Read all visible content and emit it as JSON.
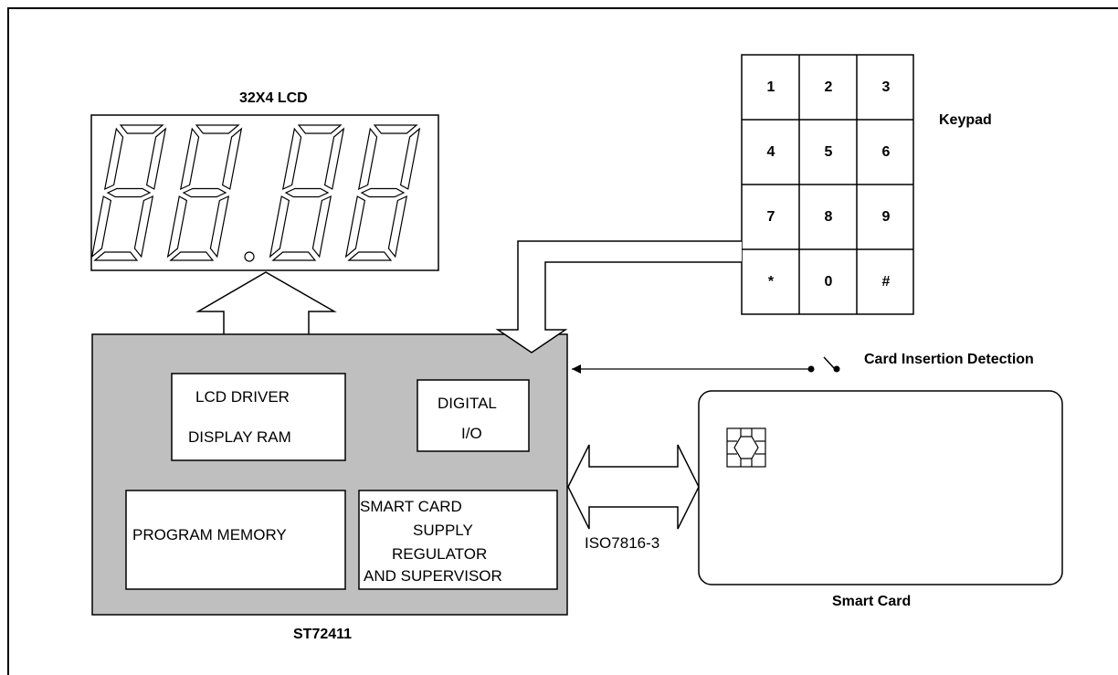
{
  "lcd": {
    "title": "32X4 LCD"
  },
  "keypad": {
    "title": "Keypad",
    "keys": [
      [
        "1",
        "2",
        "3"
      ],
      [
        "4",
        "5",
        "6"
      ],
      [
        "7",
        "8",
        "9"
      ],
      [
        "*",
        "0",
        "#"
      ]
    ]
  },
  "mcu": {
    "name": "ST72411",
    "lcd_driver_line1": "LCD DRIVER",
    "lcd_driver_line2": "DISPLAY RAM",
    "digital_io_line1": "DIGITAL",
    "digital_io_line2": "I/O",
    "program_memory": "PROGRAM MEMORY",
    "supply_line1": "SMART CARD",
    "supply_line2": "SUPPLY",
    "supply_line3": "REGULATOR",
    "supply_line4": "AND SUPERVISOR"
  },
  "card_detect": {
    "label": "Card Insertion Detection"
  },
  "iso_label": "ISO7816-3",
  "smart_card": {
    "label": "Smart Card"
  },
  "colors": {
    "mcu_fill": "#bfbfbf",
    "line": "#000000",
    "background": "#ffffff"
  }
}
